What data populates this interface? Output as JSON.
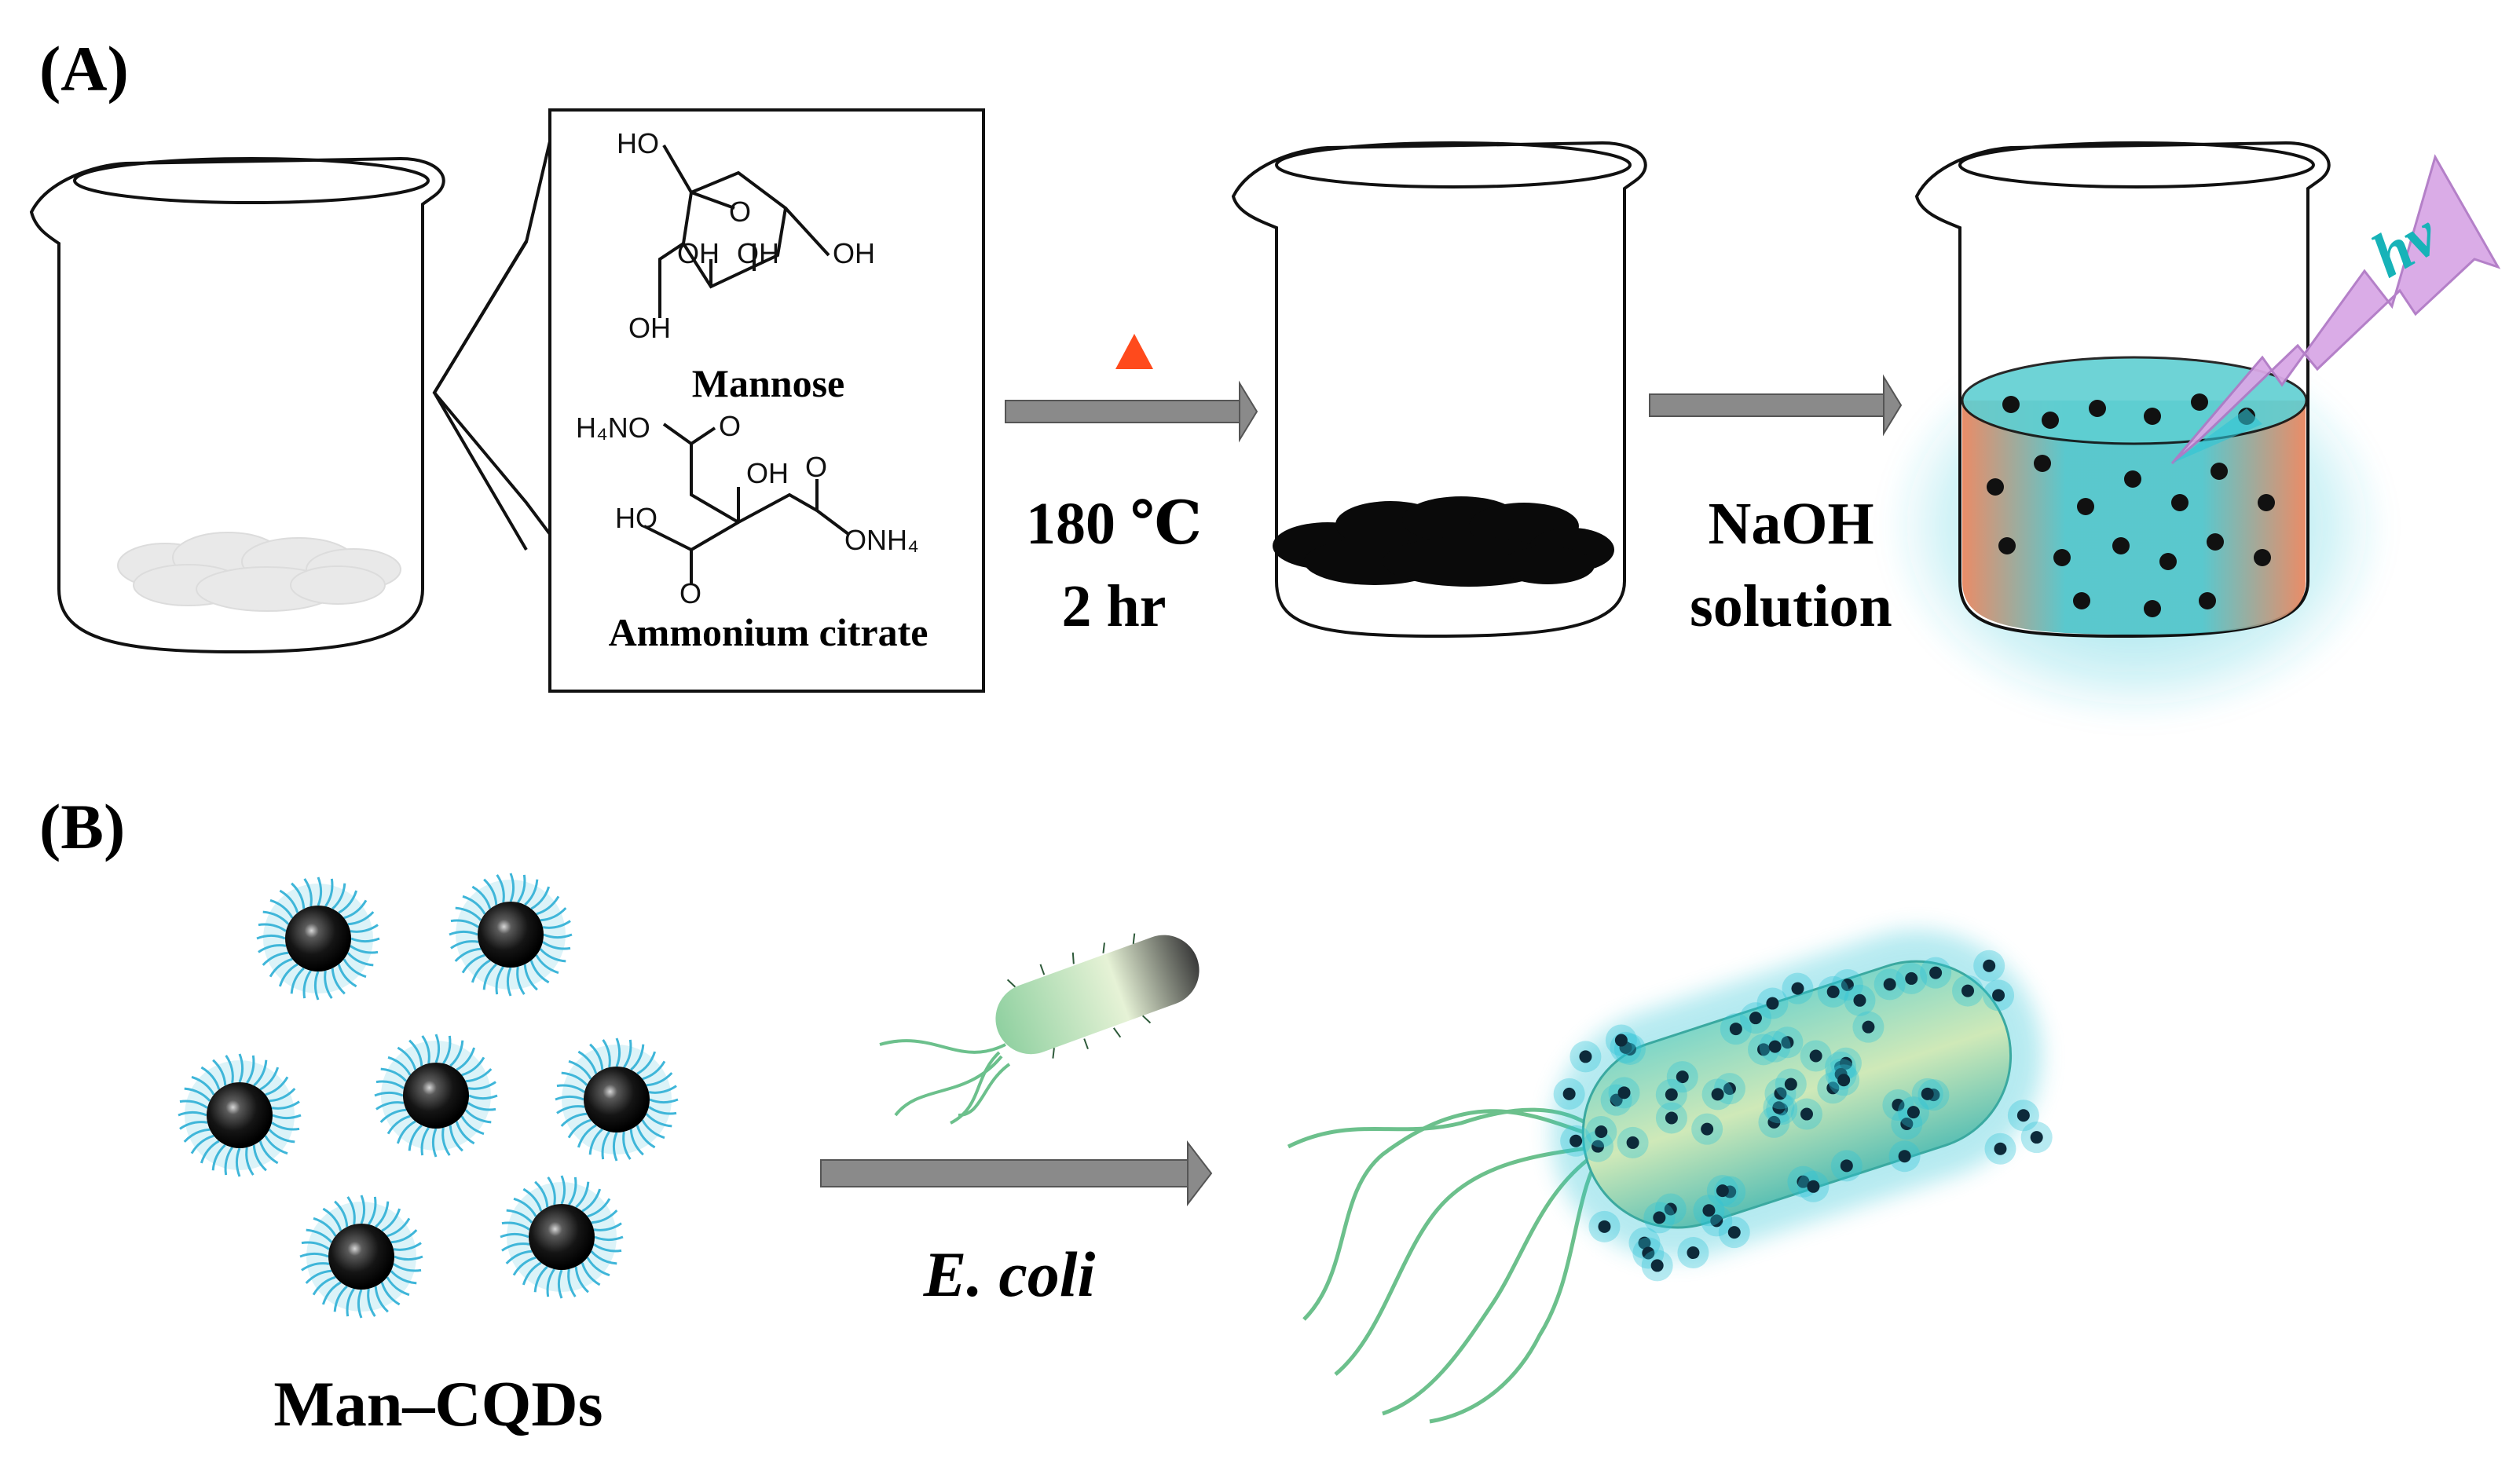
{
  "panel_a": {
    "label": "(A)",
    "structure_1": {
      "label": "Mannose",
      "atoms": [
        "HO",
        "O",
        "OH",
        "OH",
        "OH",
        "OH"
      ]
    },
    "structure_2": {
      "label": "Ammonium citrate",
      "atoms": [
        "H₄NO",
        "O",
        "OH",
        "O",
        "HO",
        "O",
        "ONH₄"
      ]
    },
    "step_1": {
      "line_1": "180 ℃",
      "line_2": "2 hr"
    },
    "step_2": {
      "line_1": "NaOH",
      "line_2": "solution"
    },
    "light_label": "hν",
    "colors": {
      "heat": "#ff4a1c",
      "arrow": "#8a8a8a",
      "glow": "#2ec4d6",
      "beam": "#d9a8e6",
      "liquid": "#e8825a"
    }
  },
  "panel_b": {
    "label": "(B)",
    "particles_label": "Man–CQDs",
    "arrow_label": "E. coli",
    "colors": {
      "corona": "#3fb6d9",
      "bacterium": "#a8d8a0",
      "flagella": "#6cc08c"
    }
  }
}
